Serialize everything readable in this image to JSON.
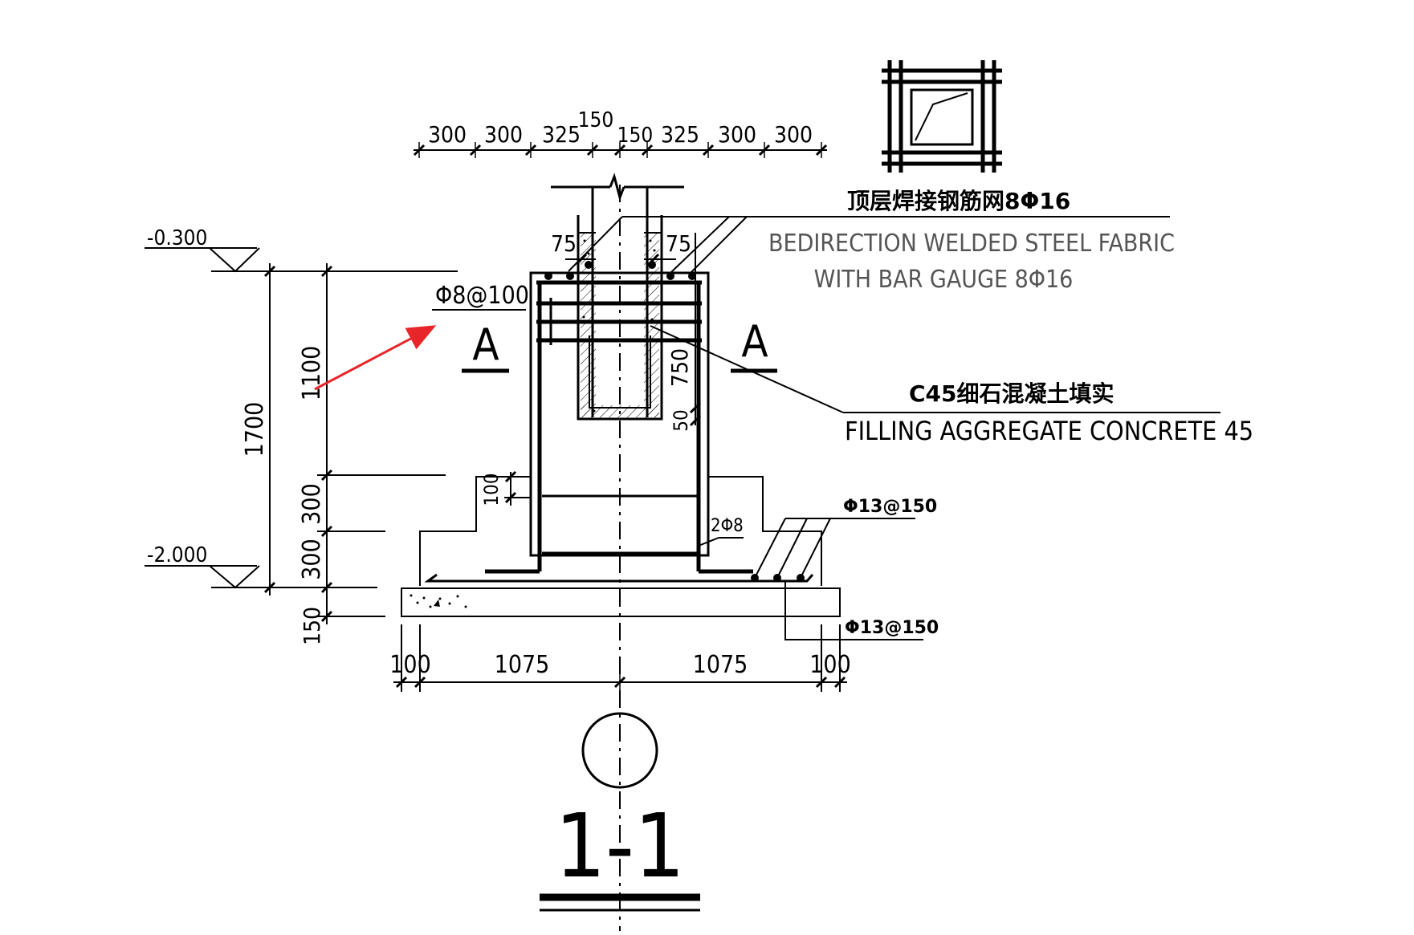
{
  "top_dimensions": [
    "300",
    "300",
    "325",
    "150",
    "150",
    "325",
    "300",
    "300"
  ],
  "elevations": {
    "top": "-0.300",
    "bottom": "-2.000"
  },
  "left_dimensions": {
    "total": "1700",
    "upper": "1100",
    "step1": "300",
    "step2": "300",
    "pad": "150"
  },
  "inner_dimensions": {
    "edge_left": "75",
    "edge_right": "75",
    "socket_depth": "750",
    "socket_bottom": "50",
    "step_offset": "100"
  },
  "bottom_dimensions": [
    "100",
    "1075",
    "1075",
    "100"
  ],
  "annotations": {
    "top_mesh_cn": "顶层焊接钢筋网8Φ16",
    "top_mesh_en_1": "BEDIRECTION WELDED STEEL FABRIC",
    "top_mesh_en_2": "WITH BAR GAUGE 8Φ16",
    "stirrup": "Φ8@100",
    "section_mark": "A",
    "fill_cn": "C45细石混凝土填实",
    "fill_en": "FILLING AGGREGATE CONCRETE 45",
    "rebar_2": "2Φ8",
    "bottom_bar_1": "Φ13@150",
    "bottom_bar_2": "Φ13@150"
  },
  "section_title": "1-1",
  "colors": {
    "line": "#000000",
    "pointer_arrow": "#e8262a"
  }
}
